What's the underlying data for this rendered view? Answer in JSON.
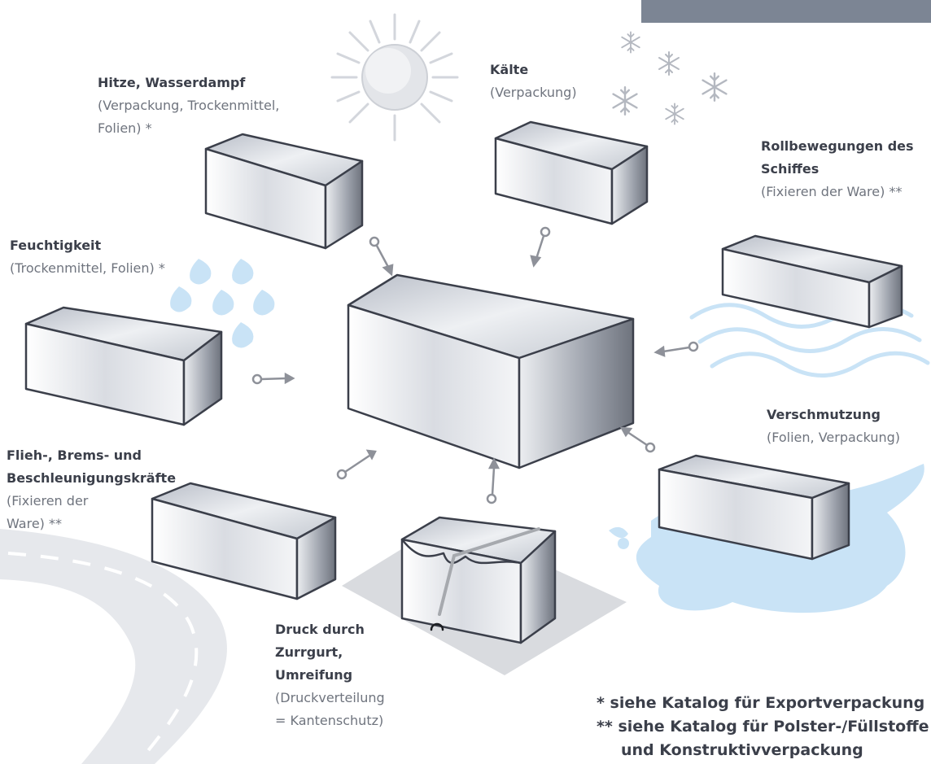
{
  "hazards": [
    {
      "id": "heat",
      "title": "Hitze, Wasserdampf",
      "detail": "(Verpackung, Trockenmittel, Folien) *",
      "icon": "sun-icon"
    },
    {
      "id": "cold",
      "title": "Kälte",
      "detail": "(Verpackung)",
      "icon": "snowflake-icon"
    },
    {
      "id": "roll",
      "title": "Rollbewegungen des Schiffes",
      "detail": "(Fixieren der Ware) **",
      "icon": "wave-icon"
    },
    {
      "id": "moisture",
      "title": "Feuchtigkeit",
      "detail": "(Trockenmittel, Folien) *",
      "icon": "raindrop-icon"
    },
    {
      "id": "dirt",
      "title": "Verschmutzung",
      "detail": "(Folien, Verpackung)",
      "icon": "splash-icon"
    },
    {
      "id": "forces",
      "title": "Flieh-, Brems- und Beschleunigungskräfte",
      "detail": "(Fixieren der Ware) **",
      "icon": "road-icon"
    },
    {
      "id": "strap",
      "title": "Druck durch Zurrgurt, Umreifung",
      "detail": "(Druckverteilung = Kantenschutz)",
      "icon": "strap-icon"
    }
  ],
  "notes": [
    "* siehe Katalog für Exportverpackung",
    "** siehe Katalog für Polster-/Füllstoffe",
    "und Konstruktivverpackung"
  ],
  "colors": {
    "box_top": "#c8ccd4",
    "box_edge": "#3b3f4a",
    "arrow": "#8e9199",
    "water": "#c9e3f6",
    "topbar": "#7c8594"
  }
}
